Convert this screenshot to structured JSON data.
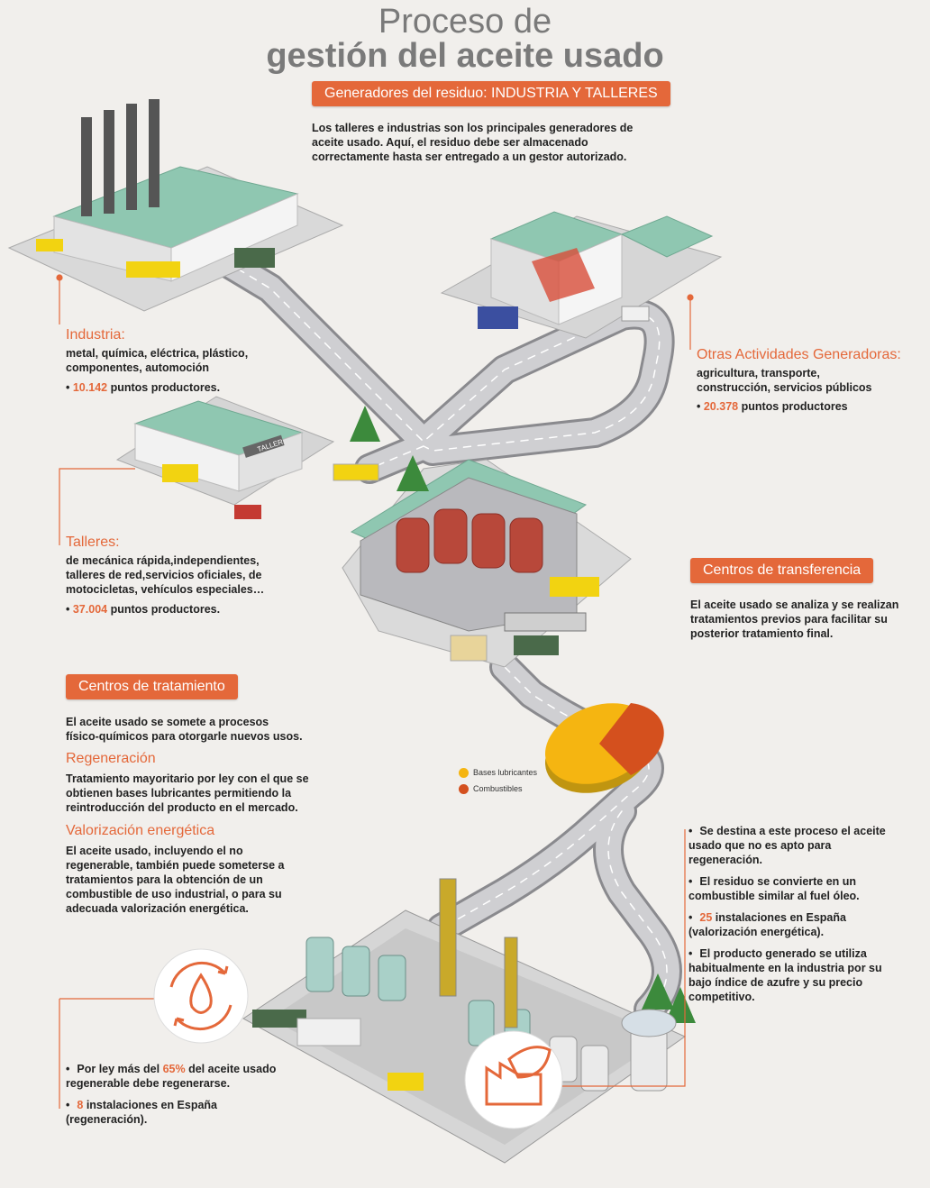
{
  "title": {
    "line1": "Proceso de",
    "line2": "gestión del aceite usado"
  },
  "generadores": {
    "pill": "Generadores del residuo: INDUSTRIA Y TALLERES",
    "text": "Los talleres e industrias son los principales generadores de aceite usado. Aquí, el residuo debe ser almacenado correctamente hasta ser entregado a un gestor autorizado."
  },
  "industria": {
    "heading": "Industria:",
    "desc": "metal, química, eléctrica, plástico, componentes, automoción",
    "count": "10.142",
    "count_suffix": " puntos productores."
  },
  "otras": {
    "heading": "Otras Actividades Generadoras:",
    "desc": "agricultura, transporte, construcción, servicios públicos",
    "count": "20.378",
    "count_suffix": " puntos productores"
  },
  "talleres": {
    "heading": "Talleres:",
    "desc": "de mecánica rápida,independientes, talleres de red,servicios oficiales, de motocicletas, vehículos especiales…",
    "count": "37.004",
    "count_suffix": " puntos productores.",
    "building_sign": "TALLER"
  },
  "transferencia": {
    "pill": "Centros de transferencia",
    "text": "El aceite usado se analiza y se realizan tratamientos previos para facilitar su posterior tratamiento final."
  },
  "tratamiento": {
    "pill": "Centros de tratamiento",
    "intro": "El aceite usado se somete a procesos físico-químicos para otorgarle nuevos usos.",
    "regen_head": "Regeneración",
    "regen_text": "Tratamiento mayoritario por ley con el que se obtienen bases lubricantes permitiendo la reintroducción del producto en el mercado.",
    "valor_head": "Valorización energética",
    "valor_text": "El aceite usado, incluyendo el no regenerable, también puede someterse a tratamientos para la obtención de un combustible de uso industrial, o para su adecuada valorización energética."
  },
  "legend": {
    "items": [
      {
        "label": "Bases lubricantes",
        "color": "#f5b511"
      },
      {
        "label": "Combustibles",
        "color": "#d4501e"
      }
    ]
  },
  "valorizacion_bullets": {
    "b1": "Se destina a este proceso el aceite usado que no es apto para regeneración.",
    "b2": "El residuo se convierte en un combustible similar al fuel óleo.",
    "b3_num": "25",
    "b3_rest": " instalaciones en España (valorización energética).",
    "b4": "El producto generado se utiliza habitualmente en la industria por su bajo índice de azufre y su precio competitivo."
  },
  "regeneracion_bullets": {
    "b1_pre": "Por ley más del ",
    "b1_num": "65%",
    "b1_post": " del aceite usado regenerable debe regenerarse.",
    "b2_num": "8",
    "b2_rest": " instalaciones en España (regeneración)."
  },
  "colors": {
    "accent": "#e4683a",
    "road": "#c9c9cc",
    "roof": "#8fc7b1"
  }
}
